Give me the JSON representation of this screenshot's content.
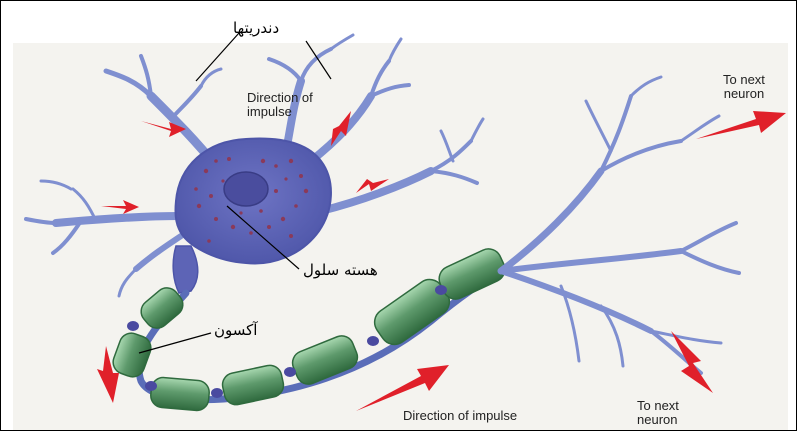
{
  "labels": {
    "dendrites_fa": "دندریتها",
    "nucleus_fa": "هسته سلول",
    "axon_fa": "آکسون",
    "direction_top_line1": "Direction of",
    "direction_top_line2": "impulse",
    "to_next_top_line1": "To next",
    "to_next_top_line2": "neuron",
    "to_next_bottom_line1": "To next",
    "to_next_bottom_line2": "neuron",
    "direction_bottom": "Direction of impulse"
  },
  "colors": {
    "neuron_fill": "#7f8fd0",
    "neuron_stroke": "#5a6db8",
    "soma_fill": "#5d64b6",
    "speckle": "#8a3a5a",
    "myelin_fill": "#5e9a6c",
    "myelin_highlight": "#9fd0a8",
    "node_fill": "#4a4aa0",
    "arrow": "#e0202a",
    "art_background": "#f4f3ef"
  }
}
